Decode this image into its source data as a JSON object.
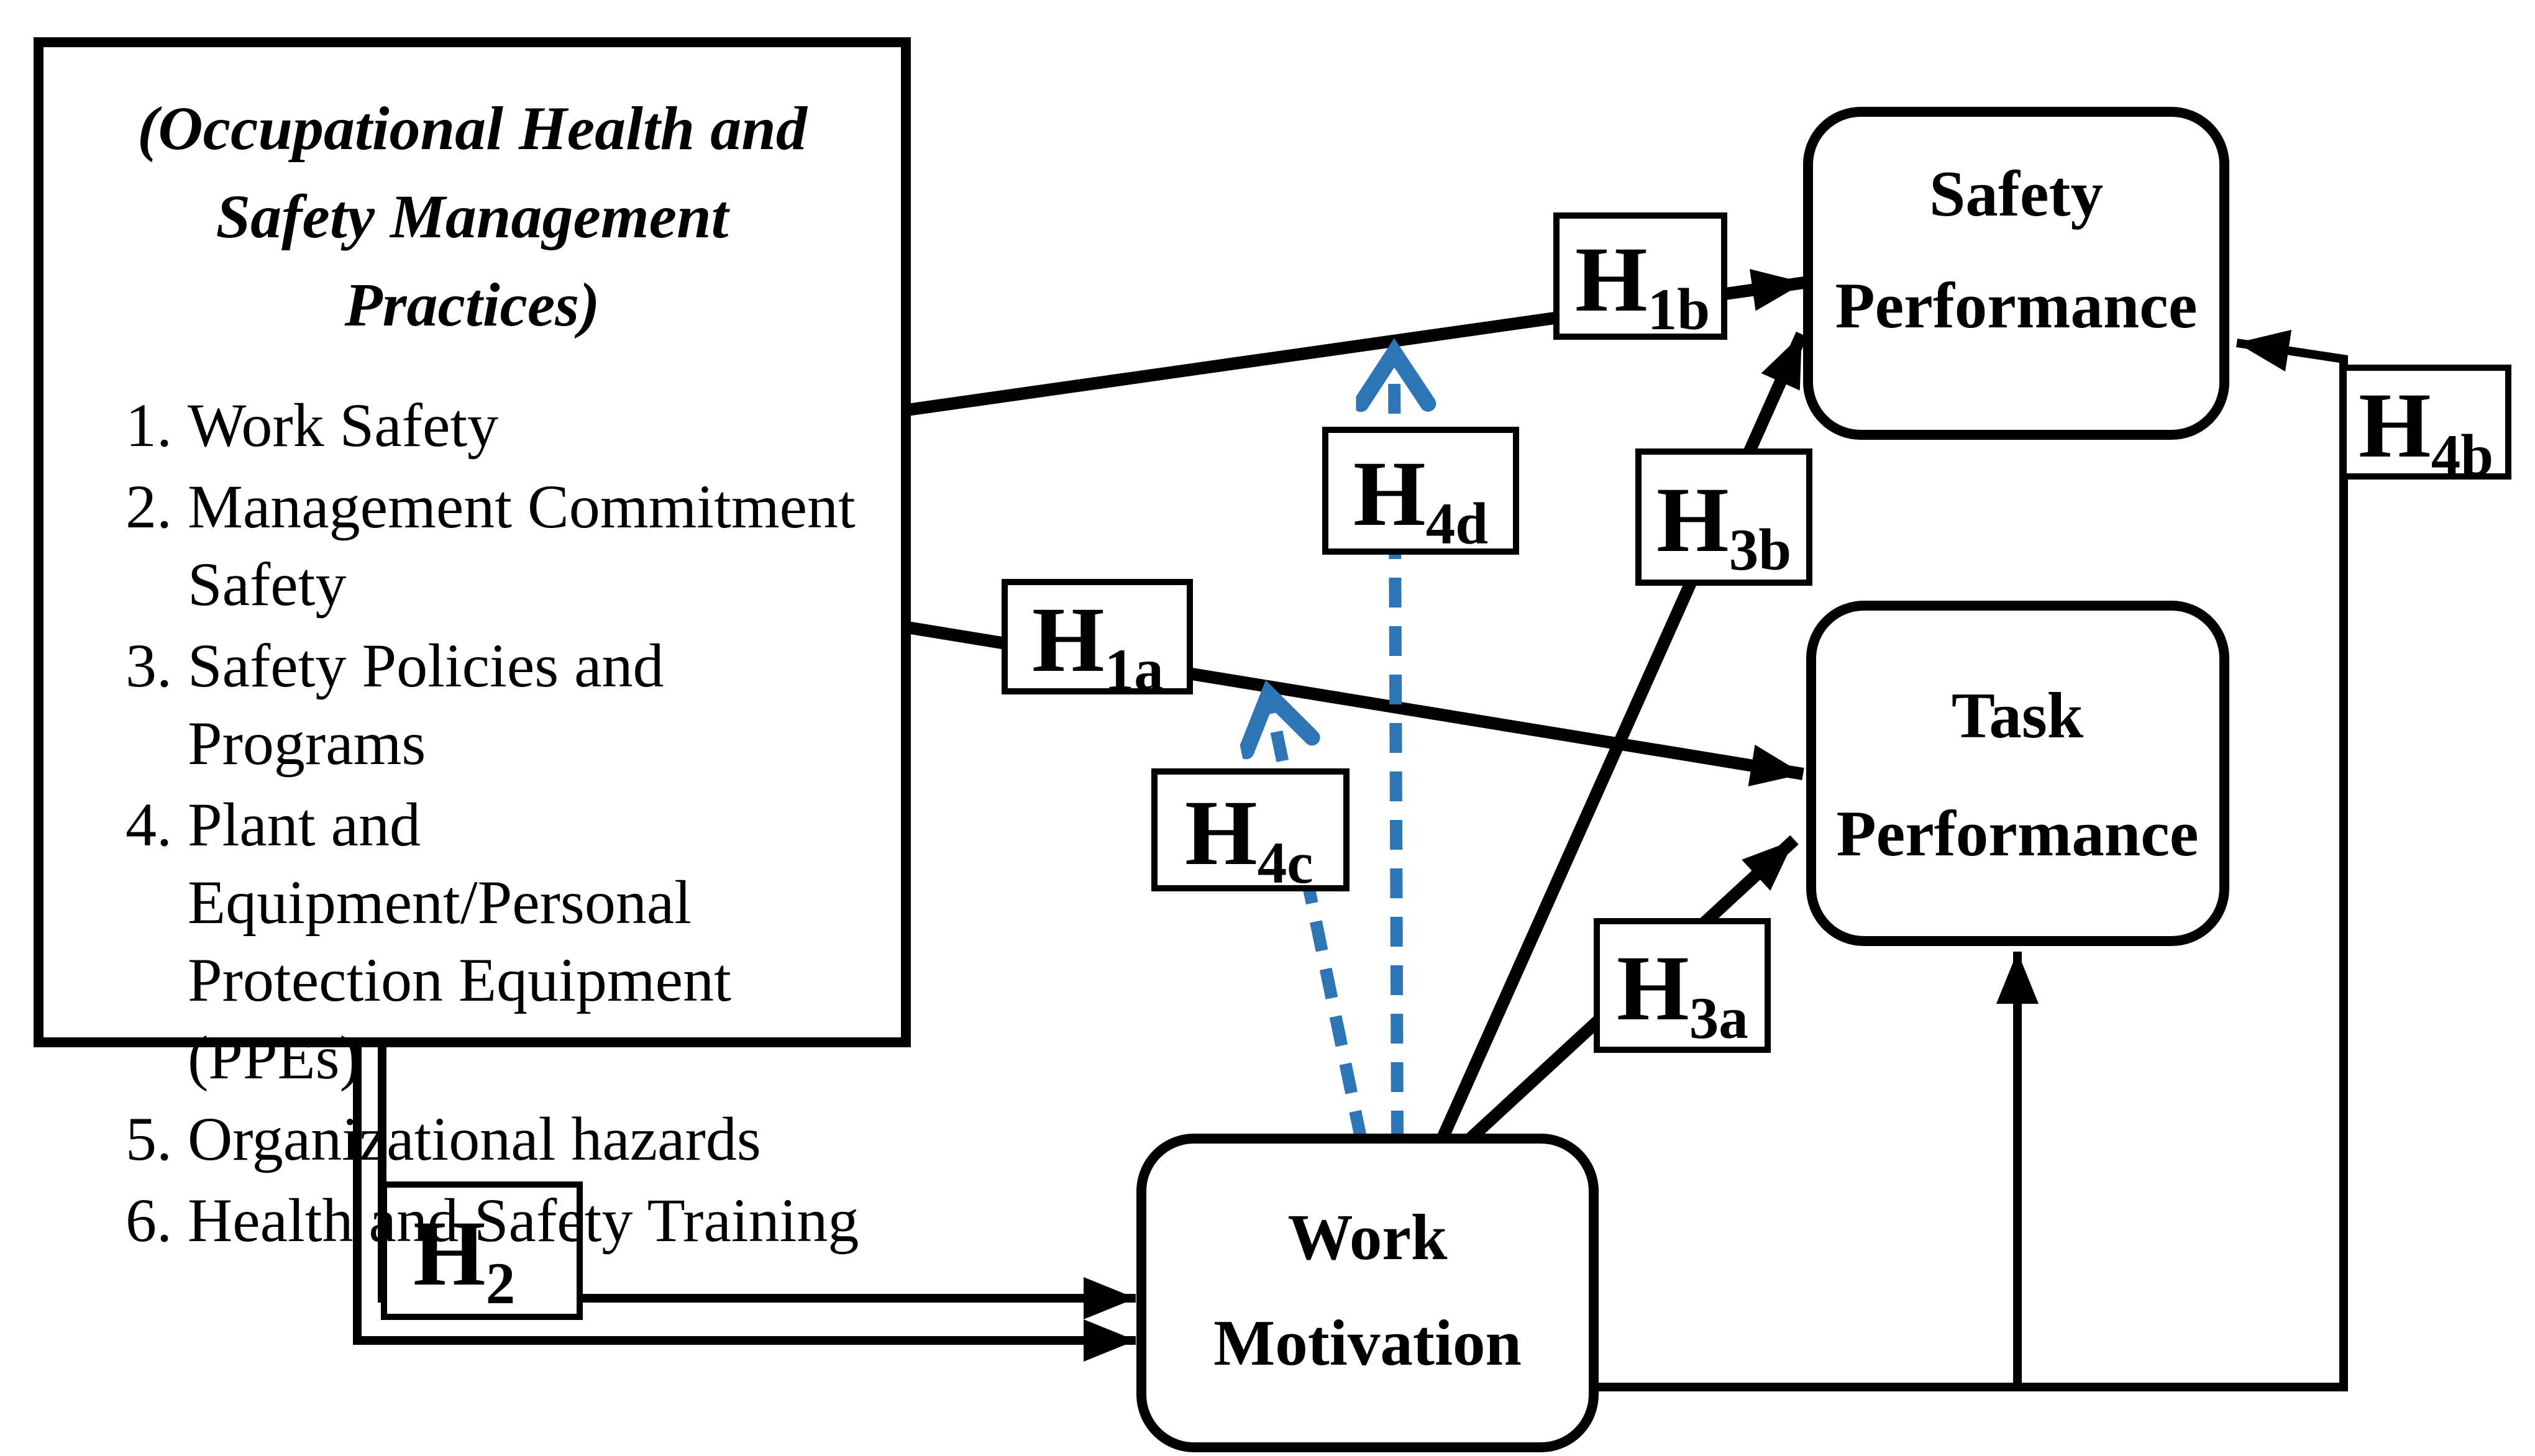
{
  "ohs_box": {
    "title": "(Occupational Health and Safety Management Practices)",
    "items": [
      "Work Safety",
      "Management Commitment Safety",
      "Safety Policies and Programs",
      "Plant and Equipment/Personal Protection Equipment (PPEs)",
      "Organizational hazards",
      "Health and Safety Training"
    ]
  },
  "nodes": {
    "safety_performance": {
      "line1": "Safety",
      "line2": "Performance"
    },
    "task_performance": {
      "line1": "Task",
      "line2": "Performance"
    },
    "work_motivation": {
      "line1": "Work",
      "line2": "Motivation"
    }
  },
  "hypotheses": {
    "h1a": {
      "main": "H",
      "sub": "1a"
    },
    "h1b": {
      "main": "H",
      "sub": "1b"
    },
    "h2": {
      "main": "H",
      "sub": "2"
    },
    "h3a": {
      "main": "H",
      "sub": "3a"
    },
    "h3b": {
      "main": "H",
      "sub": "3b"
    },
    "h4b": {
      "main": "H",
      "sub": "4b"
    },
    "h4c": {
      "main": "H",
      "sub": "4c"
    },
    "h4d": {
      "main": "H",
      "sub": "4d"
    }
  },
  "colors": {
    "solid_arrow": "#000000",
    "moderation_arrow": "#2e75b6",
    "background": "#ffffff"
  }
}
